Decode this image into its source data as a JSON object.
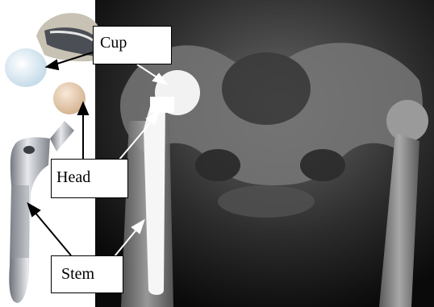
{
  "labels": {
    "cup": "Cup",
    "head": "Head",
    "stem": "Stem"
  },
  "colors": {
    "xray_background": "#0d0d0d",
    "implant_metal": "#b8bcc4",
    "label_box": "#ffffff",
    "arrow_white": "#ffffff",
    "arrow_black": "#000000"
  }
}
